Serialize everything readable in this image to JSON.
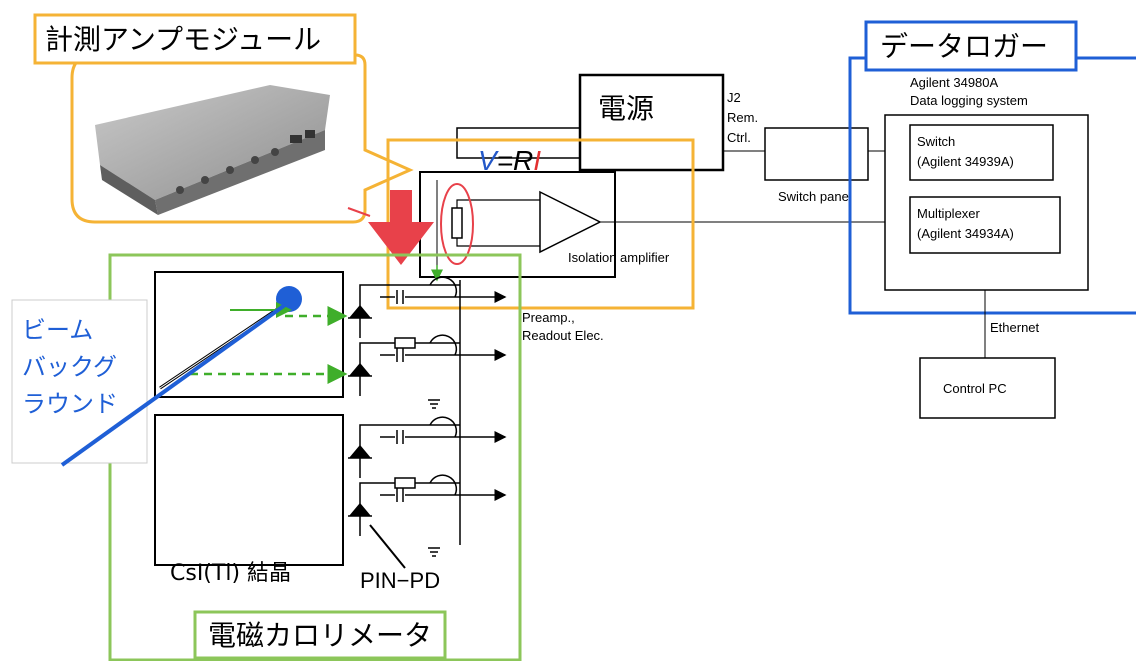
{
  "labels": {
    "amp_module": "計測アンプモジュール",
    "data_logger": "データロガー",
    "calorimeter": "電磁カロリメータ",
    "power": "電源",
    "formula": {
      "v": "V",
      "eq": "=",
      "r": "R",
      "i": "I"
    },
    "beam_bg": [
      "ビーム",
      "バックグ",
      "ラウンド"
    ],
    "crystal": "CsI(Tl) 結晶",
    "pin_pd": "PIN−PD",
    "j2": [
      "J2",
      "Rem.",
      "Ctrl."
    ],
    "switch_panel": "Switch panel",
    "agilent_title": [
      "Agilent 34980A",
      "Data logging system"
    ],
    "switch": [
      "Switch",
      "(Agilent 34939A)"
    ],
    "multiplexer": [
      "Multiplexer",
      "(Agilent 34934A)"
    ],
    "isolation_amp": "Isolation amplifier",
    "preamp": [
      "Preamp.,",
      "Readout Elec."
    ],
    "ethernet": "Ethernet",
    "control_pc": "Control PC"
  },
  "colors": {
    "orange": "#f5b335",
    "blue": "#1f5fd6",
    "green": "#8cc65a",
    "red": "#e8414a",
    "dash_green": "#3fae2a",
    "formula_blue": "#2458c8",
    "formula_red": "#e23030"
  }
}
